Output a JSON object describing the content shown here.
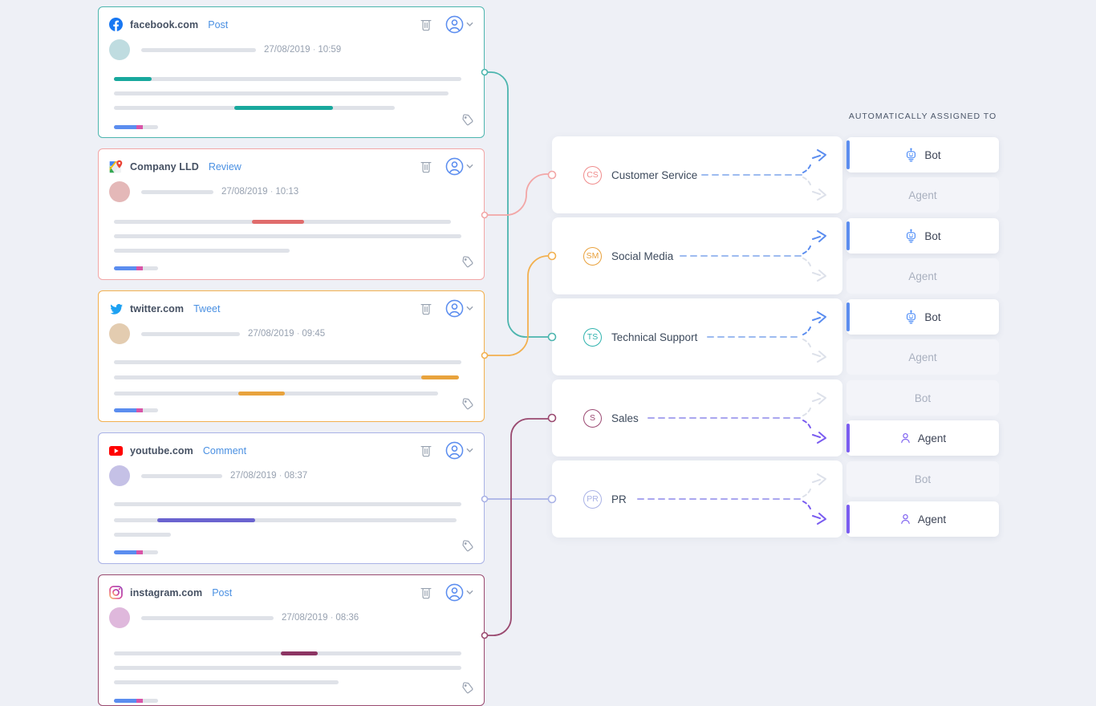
{
  "posts": [
    {
      "platform": "facebook",
      "source": "facebook.com",
      "type_label": "Post",
      "date": "27/08/2019",
      "time": "10:59",
      "border_color": "#4cb5ae",
      "highlight_color": "#18a89d",
      "avatar_color": "#bfdce0"
    },
    {
      "platform": "google-maps",
      "source": "Company LLD",
      "type_label": "Review",
      "date": "27/08/2019",
      "time": "10:13",
      "border_color": "#f2a6a6",
      "highlight_color": "#e06c6c",
      "avatar_color": "#e4b8b8"
    },
    {
      "platform": "twitter",
      "source": "twitter.com",
      "type_label": "Tweet",
      "date": "27/08/2019",
      "time": "09:45",
      "border_color": "#f2b04f",
      "highlight_color": "#e8a33d",
      "avatar_color": "#e3ccb0"
    },
    {
      "platform": "youtube",
      "source": "youtube.com",
      "type_label": "Comment",
      "date": "27/08/2019",
      "time": "08:37",
      "border_color": "#a9b2e6",
      "highlight_color": "#6a63cf",
      "avatar_color": "#c5c1e6"
    },
    {
      "platform": "instagram",
      "source": "instagram.com",
      "type_label": "Post",
      "date": "27/08/2019",
      "time": "08:36",
      "border_color": "#9a4a70",
      "highlight_color": "#8c3563",
      "avatar_color": "#dfb8dc"
    }
  ],
  "meta_separator": "·",
  "categories": [
    {
      "initials": "CS",
      "label": "Customer Service",
      "color": "#f08c8c",
      "assigned_to": "Bot"
    },
    {
      "initials": "SM",
      "label": "Social Media",
      "color": "#e9a13c",
      "assigned_to": "Bot"
    },
    {
      "initials": "TS",
      "label": "Technical Support",
      "color": "#2fb3ae",
      "assigned_to": "Bot"
    },
    {
      "initials": "S",
      "label": "Sales",
      "color": "#9c4a73",
      "assigned_to": "Agent"
    },
    {
      "initials": "PR",
      "label": "PR",
      "color": "#a9b2e6",
      "assigned_to": "Agent"
    }
  ],
  "assignment": {
    "header": "AUTOMATICALLY ASSIGNED TO",
    "options": [
      "Bot",
      "Agent"
    ]
  },
  "routing": [
    {
      "post": "facebook.com",
      "category": "Technical Support"
    },
    {
      "post": "Company LLD",
      "category": "Customer Service"
    },
    {
      "post": "twitter.com",
      "category": "Social Media"
    },
    {
      "post": "youtube.com",
      "category": "PR"
    },
    {
      "post": "instagram.com",
      "category": "Sales"
    }
  ],
  "colors": {
    "background": "#eef0f6",
    "accent_blue": "#5b8def",
    "accent_purple": "#7a5cf0",
    "dash_blue": "#9dbbf0",
    "dash_purple": "#aaa6ef",
    "inactive_gray": "#dde1ea",
    "skeleton_gray": "#dfe2e8",
    "link_blue": "#4a90e2",
    "minibar_blue": "#5b8def",
    "minibar_pink": "#d855a8"
  }
}
